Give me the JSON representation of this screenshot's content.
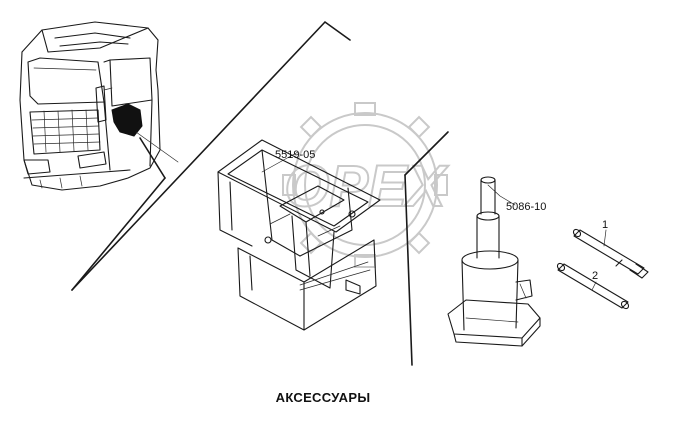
{
  "watermark": {
    "text": "OPEX",
    "color": "#c9c9c9"
  },
  "callouts": {
    "jack_stand": "5519-05",
    "bottle_jack": "5086-10",
    "bar_1": "1",
    "bar_2": "2"
  },
  "caption": "АКСЕССУАРЫ",
  "colors": {
    "ink": "#1a1a1a",
    "background": "#ffffff",
    "highlight": "#111111"
  }
}
